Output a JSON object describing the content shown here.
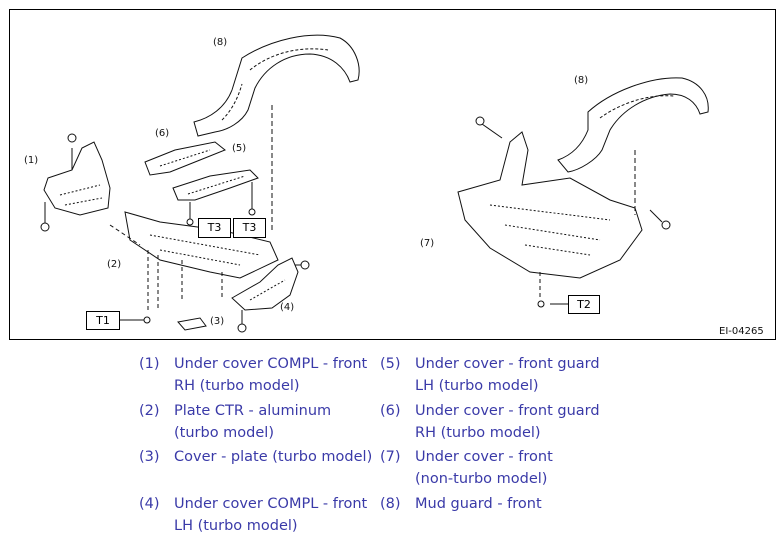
{
  "figure": {
    "code": "EI-04265",
    "callouts": [
      "(1)",
      "(2)",
      "(3)",
      "(4)",
      "(5)",
      "(6)",
      "(7)",
      "(8)"
    ],
    "torque_labels": [
      "T1",
      "T2",
      "T3"
    ]
  },
  "legend": [
    {
      "num": "(1)",
      "text": "Under cover COMPL - front RH (turbo model)"
    },
    {
      "num": "(2)",
      "text": "Plate CTR - aluminum (turbo model)"
    },
    {
      "num": "(3)",
      "text": "Cover - plate (turbo model)"
    },
    {
      "num": "(4)",
      "text": "Under cover COMPL - front LH (turbo model)"
    },
    {
      "num": "(5)",
      "text": "Under cover - front guard LH (turbo model)"
    },
    {
      "num": "(6)",
      "text": "Under cover - front guard RH (turbo model)"
    },
    {
      "num": "(7)",
      "text": "Under cover - front (non-turbo model)"
    },
    {
      "num": "(8)",
      "text": "Mud guard - front"
    }
  ],
  "colors": {
    "legend_text": "#3a3aa8",
    "line": "#111111"
  }
}
